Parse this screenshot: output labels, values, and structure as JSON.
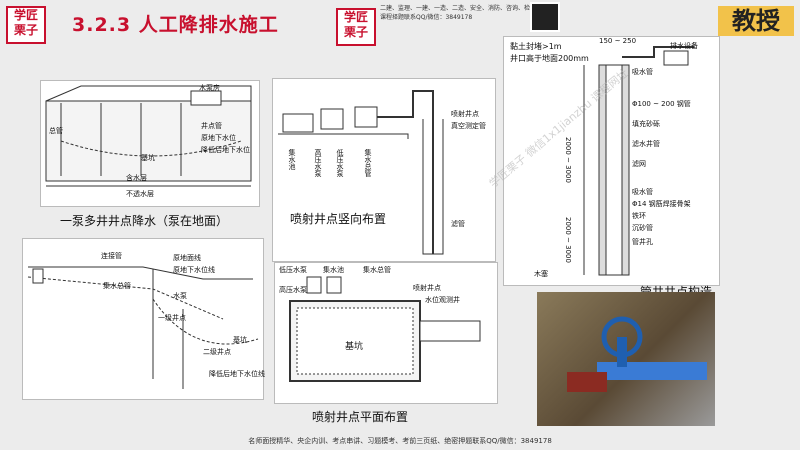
{
  "header": {
    "logo_text": "学匠\n栗子",
    "title": "3.2.3 人工降排水施工",
    "topline": "二建、监理、一建、一造、二造、安全、消防、咨询、检测课程择题联系QQ/微信：3849178",
    "badge": "教授"
  },
  "figures": {
    "fig1": {
      "caption": "一泵多井井点降水（泵在地面）",
      "labels": [
        "水泵房",
        "总管",
        "井点管",
        "原地下水位",
        "降低后地下水位",
        "基坑",
        "含水层",
        "不透水层"
      ]
    },
    "fig2": {
      "caption": "喷射井点竖向布置",
      "labels": [
        "喷射井点",
        "真空测定管",
        "集水池",
        "高压水泵",
        "低压水泵",
        "集水总管",
        "滤管"
      ]
    },
    "fig3": {
      "caption": "管井井点构造",
      "labels": [
        "黏土封堵>1m",
        "井口高于地面200mm",
        "150 ~ 250",
        "吸水管",
        "排水设备",
        "Φ100 ~ 200 钢管",
        "填充砂砾",
        "滤水井管",
        "滤网",
        "吸水管",
        "Φ14 钢筋焊接骨架",
        "铁环",
        "沉砂管",
        "管井孔",
        "木塞",
        "2000 ~ 3000",
        "2000 ~ 3000"
      ]
    },
    "fig4": {
      "labels": [
        "连接管",
        "原地面线",
        "原地下水位线",
        "集水总管",
        "水泵",
        "一级井点",
        "二级井点",
        "基坑",
        "降低后地下水位线"
      ]
    },
    "fig5": {
      "caption": "喷射井点平面布置",
      "labels": [
        "低压水泵",
        "集水池",
        "集水总管",
        "喷射井点",
        "水位观测井",
        "高压水泵",
        "基坑"
      ]
    }
  },
  "footer": "名师面授精华、央企内训、考点串讲、习题模考、考前三页纸、绝密押题联系QQ/微信：3849178",
  "watermark": "学匠栗子 微信1x1jianzhu 课程网址"
}
